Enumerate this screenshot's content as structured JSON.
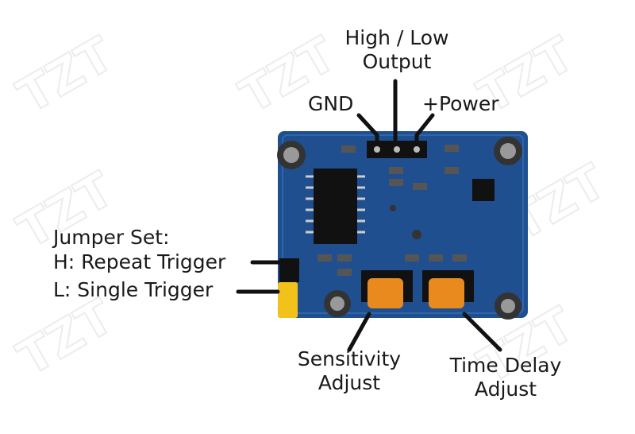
{
  "watermark": "TZT",
  "labels": {
    "output_line1": "High / Low",
    "output_line2": "Output",
    "gnd": "GND",
    "power": "+Power",
    "jumper_title": "Jumper Set:",
    "jumper_h": "H: Repeat Trigger",
    "jumper_l": "L: Single Trigger",
    "sensitivity_line1": "Sensitivity",
    "sensitivity_line2": "Adjust",
    "time_line1": "Time Delay",
    "time_line2": "Adjust"
  },
  "colors": {
    "board": "#1f4f8f",
    "pot": "#e88a1e",
    "jumper": "#f2c21a"
  }
}
